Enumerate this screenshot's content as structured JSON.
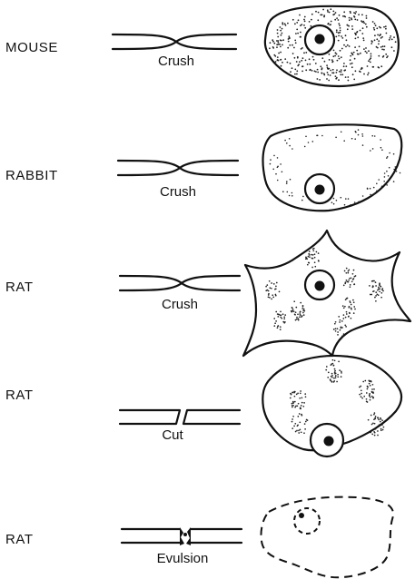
{
  "rows": [
    {
      "species": "MOUSE",
      "injury": "Crush",
      "cell": "heavily stippled cytoplasm, central nucleus"
    },
    {
      "species": "RABBIT",
      "injury": "Crush",
      "cell": "peripheral stippling, eccentric nucleus"
    },
    {
      "species": "RAT",
      "injury": "Crush",
      "cell": "multipolar cell with Nissl clumps, central nucleus"
    },
    {
      "species": "RAT",
      "injury": "Cut",
      "cell": "scattered Nissl clumps, eccentric nucleus"
    },
    {
      "species": "RAT",
      "injury": "Evulsion",
      "cell": "dashed outline, degenerating cell"
    }
  ]
}
